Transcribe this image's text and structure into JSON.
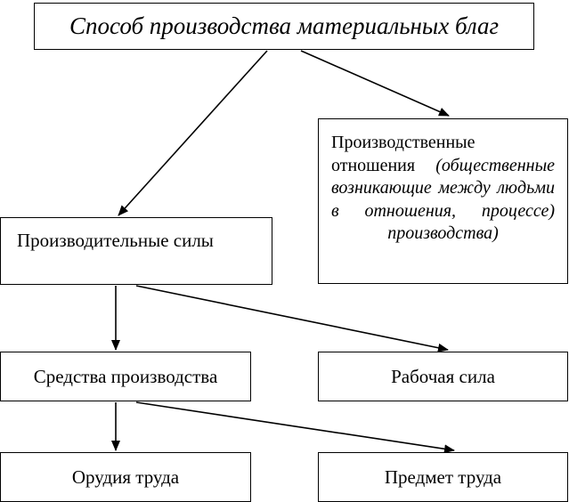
{
  "diagram": {
    "title": "Способ производства материальных благ",
    "relations": {
      "plain": "Производственные отношения ",
      "italic": "(общественные возникающие между людьми в отношения, процессе) производства)"
    },
    "forces": "Производительные силы",
    "means": "Средства производства",
    "labor": "Рабочая сила",
    "tools": "Орудия труда",
    "subject": "Предмет труда"
  },
  "colors": {
    "stroke": "#000000",
    "background": "#ffffff"
  }
}
